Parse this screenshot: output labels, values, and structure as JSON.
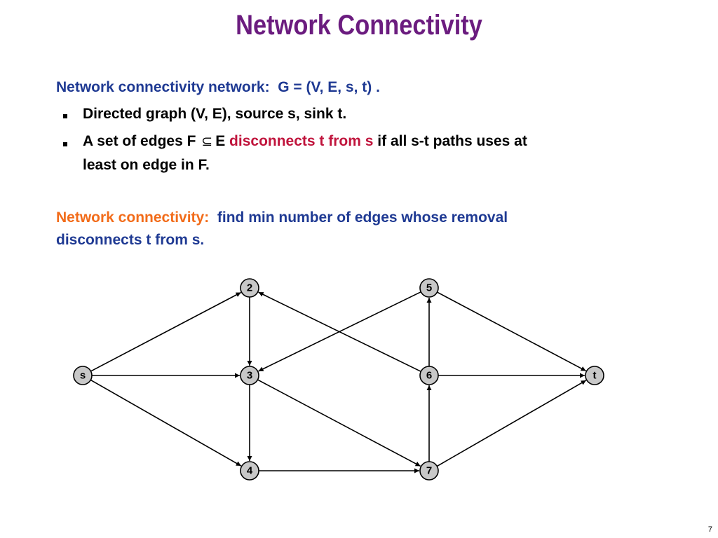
{
  "title": "Network Connectivity",
  "definition": {
    "lead": "Network connectivity network:",
    "formula": "G = (V, E, s, t) ."
  },
  "bullets": [
    {
      "text": "Directed graph (V, E), source s, sink t."
    },
    {
      "pre": "A set of edges F",
      "symbol": "⊆",
      "mid": "E",
      "highlight": "disconnects t from s",
      "post": "if all s-t paths uses at",
      "cont": "least on edge in F."
    }
  ],
  "problem": {
    "label": "Network connectivity:",
    "text1": "find min number of edges whose removal",
    "text2": "disconnects t from s."
  },
  "graph": {
    "nodes": [
      {
        "id": "s",
        "label": "s"
      },
      {
        "id": "2",
        "label": "2"
      },
      {
        "id": "3",
        "label": "3"
      },
      {
        "id": "4",
        "label": "4"
      },
      {
        "id": "5",
        "label": "5"
      },
      {
        "id": "6",
        "label": "6"
      },
      {
        "id": "7",
        "label": "7"
      },
      {
        "id": "t",
        "label": "t"
      }
    ],
    "edges": [
      [
        "s",
        "2"
      ],
      [
        "s",
        "3"
      ],
      [
        "s",
        "4"
      ],
      [
        "2",
        "3"
      ],
      [
        "3",
        "4"
      ],
      [
        "3",
        "7"
      ],
      [
        "4",
        "7"
      ],
      [
        "5",
        "3"
      ],
      [
        "5",
        "t"
      ],
      [
        "6",
        "2"
      ],
      [
        "6",
        "5"
      ],
      [
        "6",
        "t"
      ],
      [
        "7",
        "6"
      ],
      [
        "7",
        "t"
      ]
    ]
  },
  "page_number": "7"
}
